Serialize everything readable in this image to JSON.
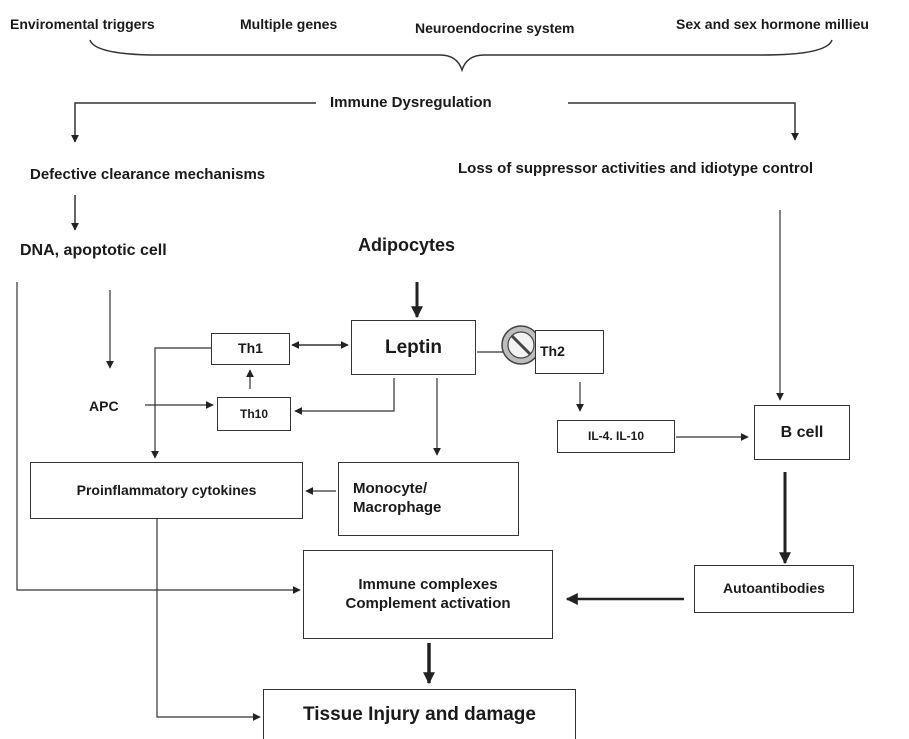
{
  "top_factors": [
    "Enviromental triggers",
    "Multiple genes",
    "Neuroendocrine system",
    "Sex and sex hormone millieu"
  ],
  "immune_dysregulation": "Immune Dysregulation",
  "defective_clearance": "Defective clearance mechanisms",
  "loss_of_suppressor": "Loss of suppressor activities and idiotype control",
  "dna_apoptotic": "DNA, apoptotic cell",
  "adipocytes": "Adipocytes",
  "leptin": "Leptin",
  "th1": "Th1",
  "th2": "Th2",
  "th10": "Th10",
  "apc": "APC",
  "il4_il10": "IL-4. IL-10",
  "b_cell": "B cell",
  "proinflammatory": "Proinflammatory  cytokines",
  "monocyte_line1": "Monocyte/",
  "monocyte_line2": "Macrophage",
  "immune_complexes_line1": "Immune complexes",
  "immune_complexes_line2": "Complement  activation",
  "autoantibodies": "Autoantibodies",
  "tissue_injury": "Tissue Injury and damage"
}
